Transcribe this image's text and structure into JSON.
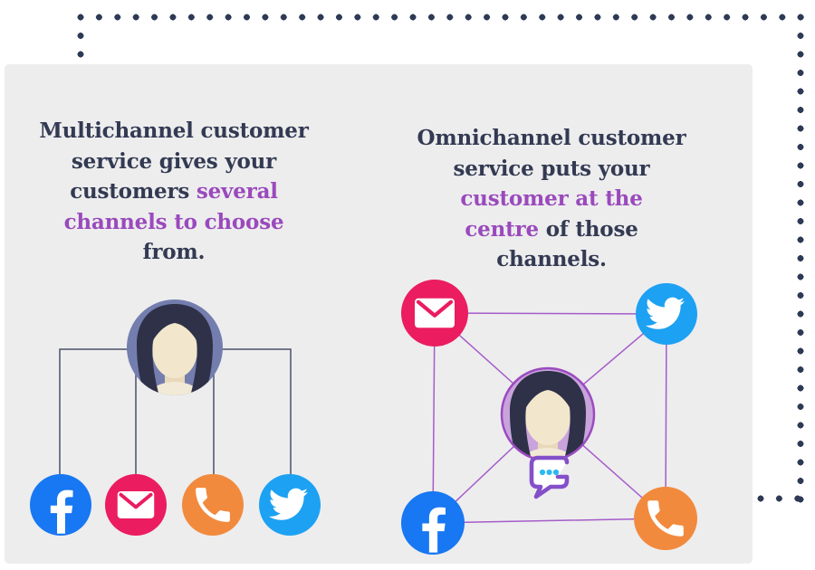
{
  "colors": {
    "background": "#ffffff",
    "panel": "#ededee",
    "dot": "#2e3a55",
    "ink": "#333a52",
    "purple": "#9a4abc",
    "line_gray": "#4b5268",
    "line_purple": "#a55cc8",
    "facebook": "#1877f2",
    "email": "#eb1c60",
    "phone": "#f28a3d",
    "twitter": "#1da1f2",
    "avatar_left_bg": "#747eae",
    "avatar_right_bg": "#c9a3dc",
    "avatar_right_border": "#9b4bbf",
    "hair": "#2e3148",
    "skin": "#f2e7cc",
    "neck": "#e9d9ba",
    "chest": "#f2ead6",
    "bubble": "#8450c9",
    "bubble_dots": "#29b9f2",
    "white": "#ffffff"
  },
  "left_section": {
    "heading_lines": [
      [
        {
          "t": "Multichannel customer",
          "c": "ink"
        }
      ],
      [
        {
          "t": "service gives your",
          "c": "ink"
        }
      ],
      [
        {
          "t": "customers ",
          "c": "ink"
        },
        {
          "t": "several",
          "c": "purple"
        }
      ],
      [
        {
          "t": "channels to choose",
          "c": "purple"
        }
      ],
      [
        {
          "t": "from.",
          "c": "ink"
        }
      ]
    ],
    "diagram": "person connected by separate lines to four channels",
    "channels": [
      "facebook",
      "email",
      "phone",
      "twitter"
    ]
  },
  "right_section": {
    "heading_lines": [
      [
        {
          "t": "Omnichannel customer",
          "c": "ink"
        }
      ],
      [
        {
          "t": "service puts your",
          "c": "ink"
        }
      ],
      [
        {
          "t": "customer at the",
          "c": "purple"
        }
      ],
      [
        {
          "t": "centre",
          "c": "purple"
        },
        {
          "t": " of those",
          "c": "ink"
        }
      ],
      [
        {
          "t": "channels.",
          "c": "ink"
        }
      ]
    ],
    "diagram": "person at the centre of a connected network of four channels",
    "channels": [
      "email",
      "twitter",
      "facebook",
      "phone"
    ]
  }
}
